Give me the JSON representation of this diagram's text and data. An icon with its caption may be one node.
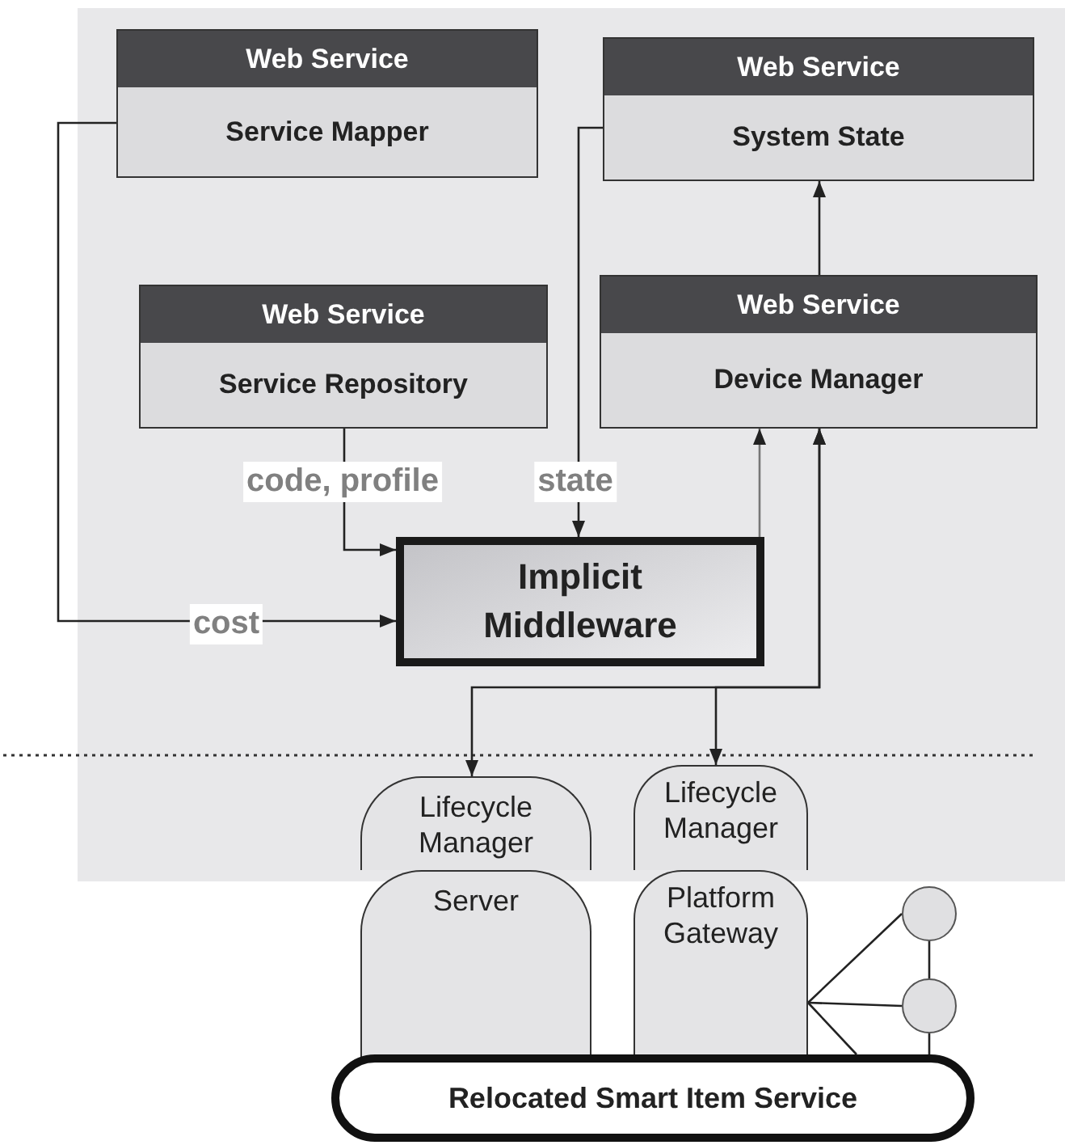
{
  "diagram": {
    "nodes": [
      {
        "text": [
          "Web Service",
          "Service Mapper"
        ]
      },
      {
        "text": [
          "Web Service",
          "System State"
        ]
      },
      {
        "text": [
          "Web Service",
          "Service Repository"
        ]
      },
      {
        "text": [
          "Web Service",
          "Device Manager"
        ]
      },
      {
        "text": [
          "Implicit Middleware"
        ]
      },
      {
        "text": [
          "Lifecycle Manager"
        ]
      },
      {
        "text": [
          "Server"
        ]
      },
      {
        "text": [
          "Lifecycle Manager"
        ]
      },
      {
        "text": [
          "Platform Gateway"
        ]
      },
      {
        "text": [],
        "shape": "circle"
      },
      {
        "text": [],
        "shape": "circle"
      },
      {
        "text": [
          "Relocated Smart Item Service"
        ]
      }
    ],
    "edges": [
      {
        "from": 0,
        "to": 4,
        "arrow": "to",
        "label": "cost"
      },
      {
        "from": 2,
        "to": 4,
        "arrow": "to",
        "label": "code, profile"
      },
      {
        "from": 1,
        "to": 4,
        "arrow": "to",
        "label": "state"
      },
      {
        "from": 4,
        "to": 3,
        "arrow": "to",
        "color": "#777777"
      },
      {
        "from": 3,
        "to": 1,
        "arrow": "to"
      },
      {
        "from": 3,
        "to": 5,
        "arrow": "both"
      },
      {
        "from": 3,
        "to": 7,
        "arrow": "both"
      },
      {
        "from": 8,
        "to": 9,
        "arrow": "none"
      },
      {
        "from": 8,
        "to": 10,
        "arrow": "none"
      },
      {
        "from": 8,
        "to": 11,
        "arrow": "none"
      },
      {
        "from": 9,
        "to": 10,
        "arrow": "none"
      },
      {
        "from": 10,
        "to": 11,
        "arrow": "none"
      }
    ]
  }
}
